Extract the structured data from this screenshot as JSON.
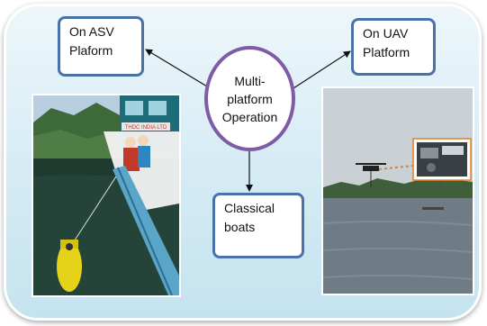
{
  "diagram": {
    "asv_box": {
      "line1": "On ASV",
      "line2": "Plaform"
    },
    "uav_box": {
      "line1": "On UAV",
      "line2": "Platform"
    },
    "center": {
      "line1": "Multi-",
      "line2": "platform",
      "line3": "Operation"
    },
    "boats_box": {
      "line1": "Classical",
      "line2": "boats"
    },
    "asv_photo": {
      "boat_sign": "THDC INDIA LTD"
    }
  }
}
